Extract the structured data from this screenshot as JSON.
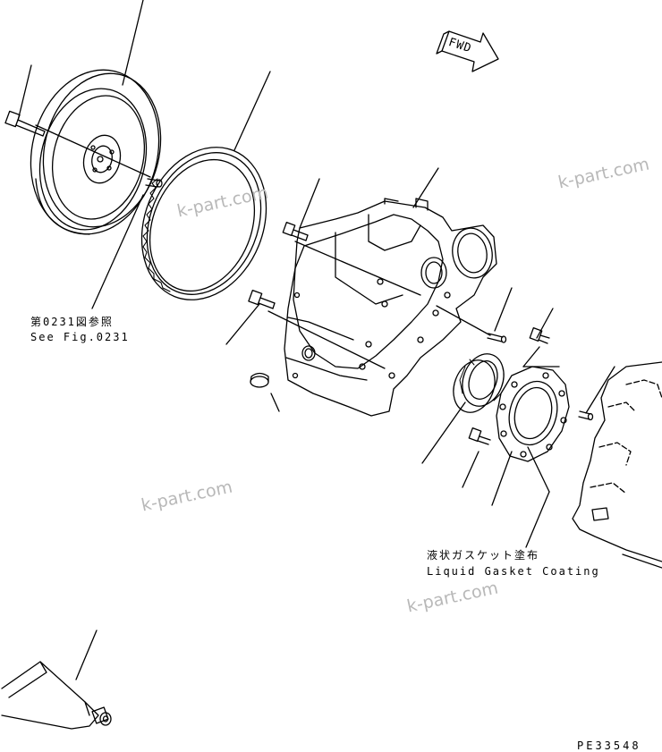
{
  "labels": {
    "see_fig_jp": "第0231図参照",
    "see_fig_en": "See Fig.0231",
    "gasket_jp": "液状ガスケット塗布",
    "gasket_en": "Liquid Gasket Coating",
    "fwd": "FWD",
    "drawing_code": "PE33548"
  },
  "watermarks": [
    "k-part.com",
    "k-part.com",
    "k-part.com",
    "k-part.com"
  ],
  "colors": {
    "line": "#000000",
    "watermark": "#b8b8b8",
    "background": "#ffffff"
  }
}
